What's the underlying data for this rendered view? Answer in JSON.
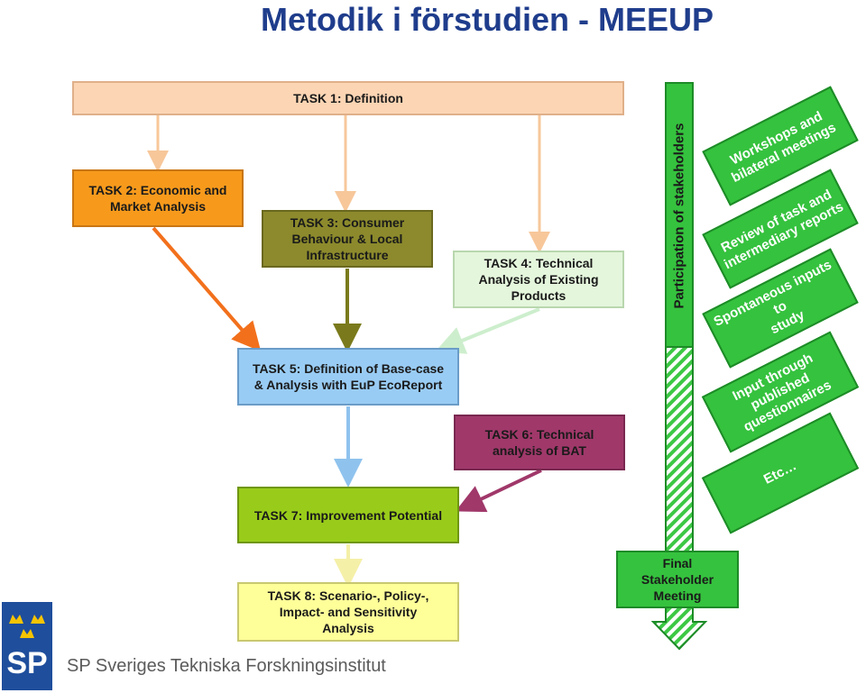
{
  "title": "Metodik i förstudien - MEEUP",
  "tasks": {
    "t1": "TASK 1: Definition",
    "t2": "TASK 2: Economic and\nMarket Analysis",
    "t3": "TASK 3: Consumer\nBehaviour & Local\nInfrastructure",
    "t4": "TASK 4: Technical\nAnalysis of Existing\nProducts",
    "t5": "TASK 5: Definition of Base-case\n& Analysis with EuP EcoReport",
    "t6": "TASK 6: Technical\nanalysis of BAT",
    "t7": "TASK 7: Improvement Potential",
    "t8": "TASK 8: Scenario-, Policy-,\nImpact- and Sensitivity\nAnalysis"
  },
  "stakeholders": {
    "label": "Participation of stakeholders",
    "items": [
      "Workshops and\nbilateral meetings",
      "Review of task and\nintermediary reports",
      "Spontaneous inputs to\nstudy",
      "Input through\npublished\nquestionnaires",
      "Etc…"
    ],
    "final": "Final\nStakeholder\nMeeting"
  },
  "footer": {
    "org": "SP Sveriges Tekniska Forskningsinstitut",
    "logo": "SP"
  },
  "colors": {
    "title": "#1f3d8c",
    "task1": "#fcd5b4",
    "task2": "#f79a1c",
    "task3": "#8c8a2c",
    "task4": "#e4f6dc",
    "task5": "#99ccf4",
    "task6": "#a0386a",
    "task7": "#99cc1a",
    "task8": "#ffff99",
    "stakeholder_green": "#35c23e"
  }
}
